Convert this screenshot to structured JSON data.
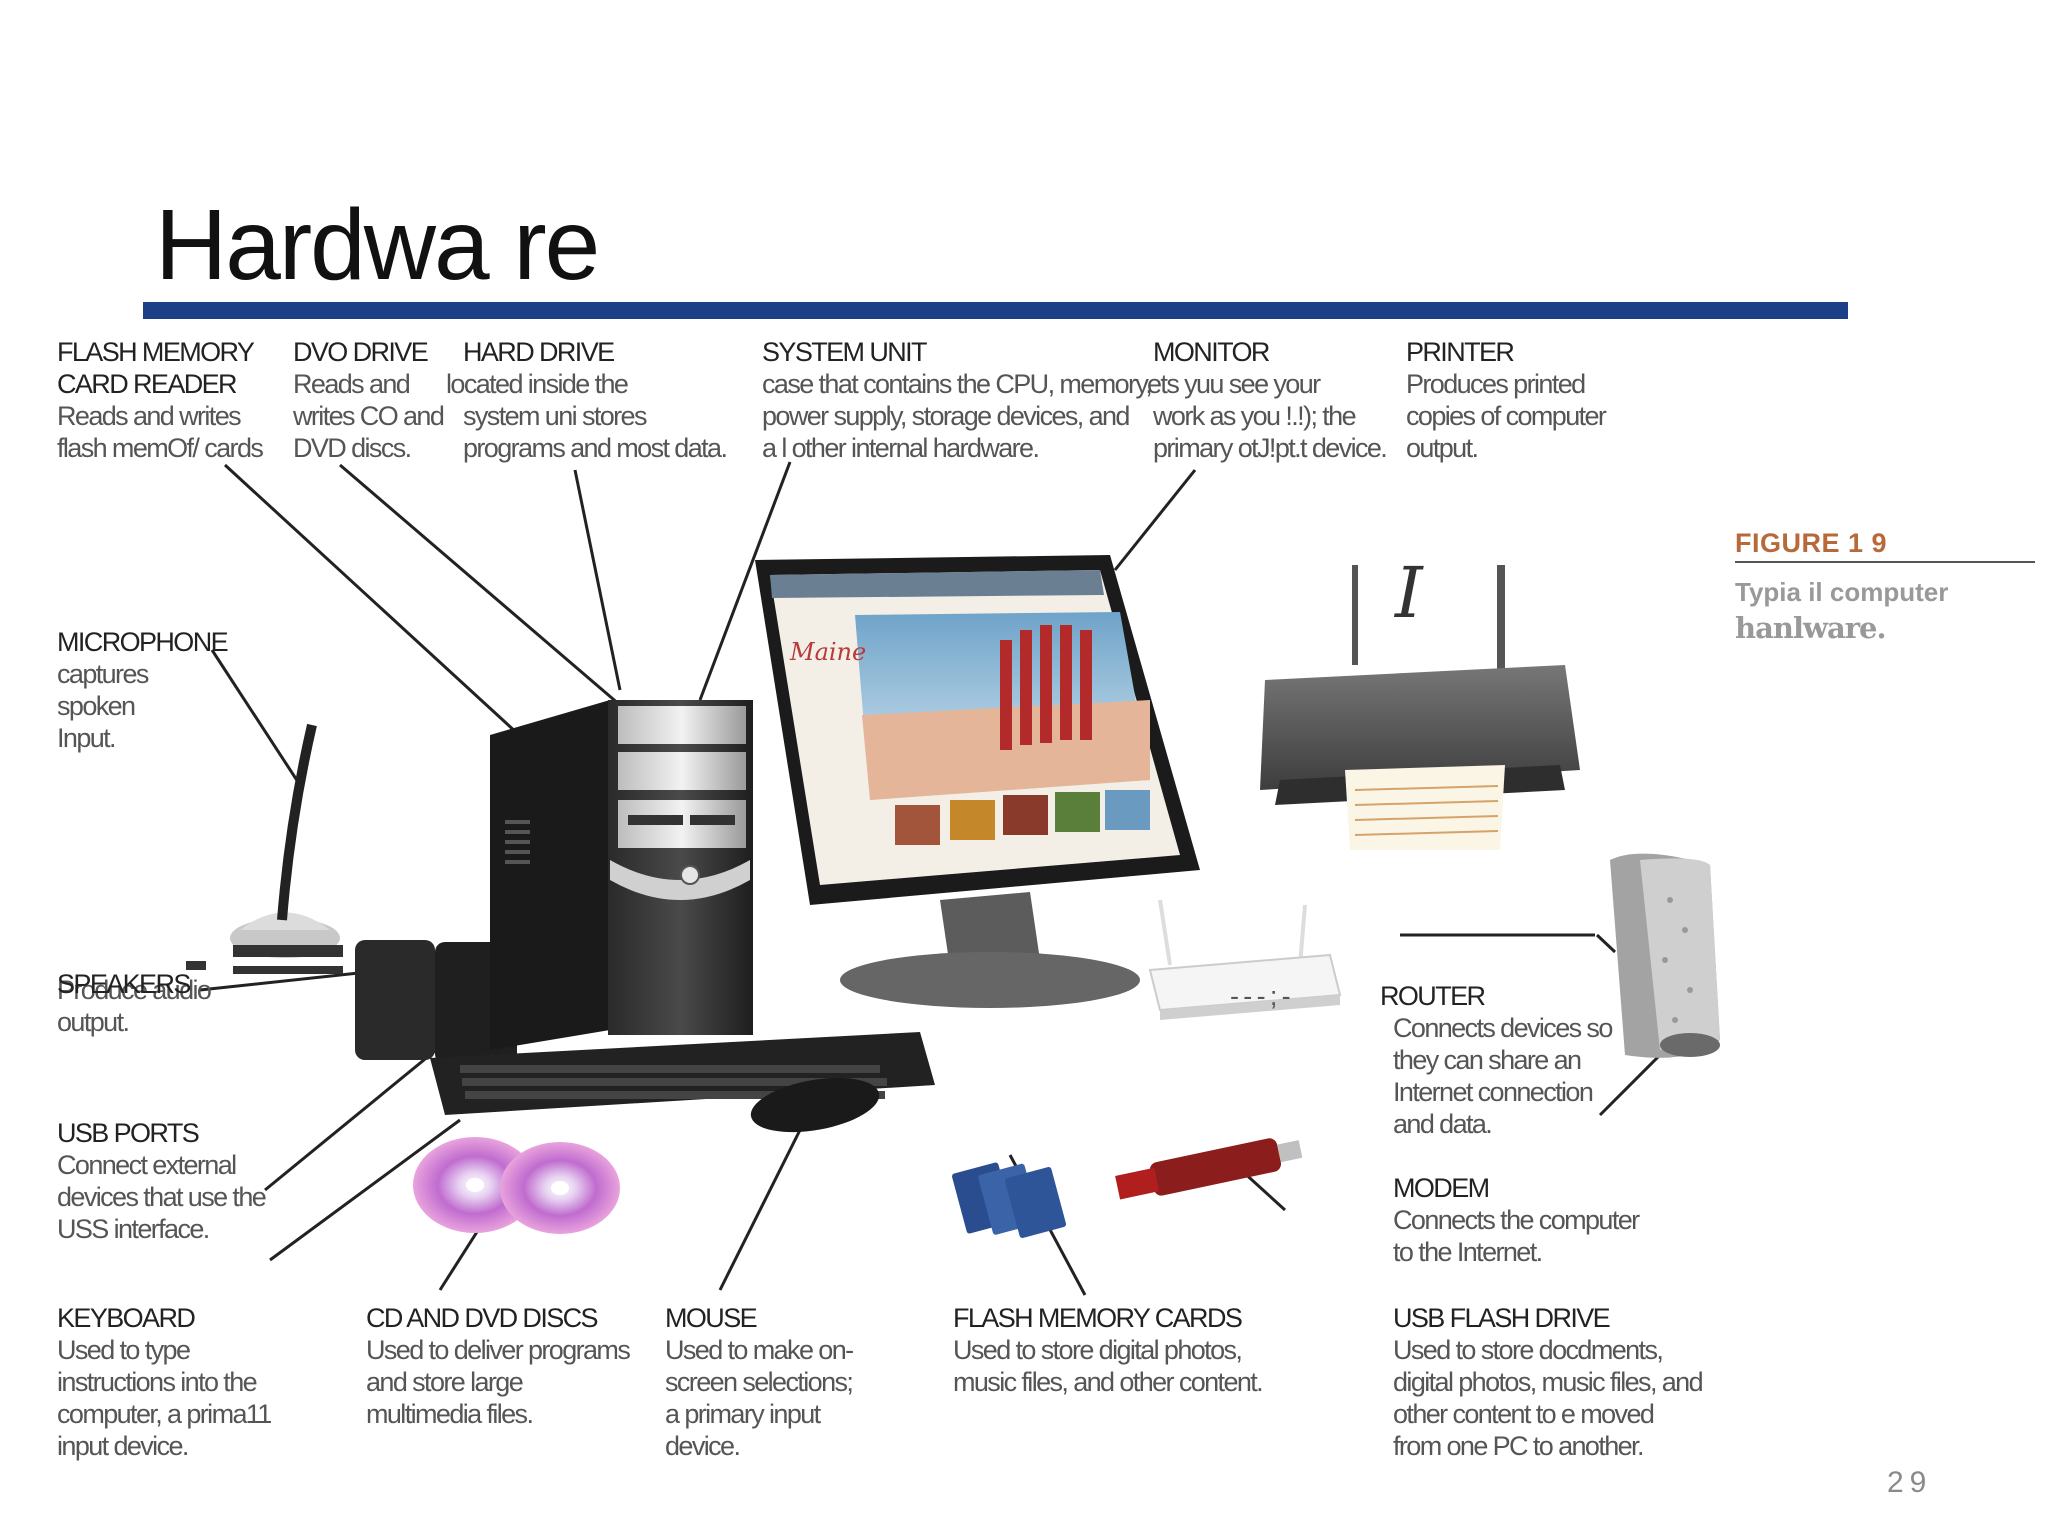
{
  "slide": {
    "title": "Hardwa re",
    "page_number": "29"
  },
  "figure": {
    "number": "FIGURE 1 9",
    "caption_line1": "Typia il computer",
    "caption_line2": "hanlware."
  },
  "labels": {
    "flash_reader": {
      "h1": "FLASH MEMORY",
      "h2": "CARD READER",
      "l1": "Reads and writes",
      "l2": "flash memOf/ cards"
    },
    "dvd_drive": {
      "h": "DVO DRIVE",
      "l1": "Reads and",
      "l2": "writes CO and",
      "l3": "DVD discs."
    },
    "hard_drive": {
      "h": "HARD DRIVE",
      "l1": "located inside the",
      "l2": "system uni    stores",
      "l3": "programs and most data."
    },
    "system_unit": {
      "h": "SYSTEM UNIT",
      "l1": "case that contains the CPU, memory,",
      "l2": "power supply, storage devices, and",
      "l3": "a l other internal hardware."
    },
    "monitor": {
      "h": "MONITOR",
      "l1": "ets yuu see your",
      "l2": "work as you !.!); the",
      "l3": "primary otJ!pt.t device."
    },
    "printer": {
      "h": "PRINTER",
      "l1": "Produces printed",
      "l2": "copies of computer",
      "l3": "output."
    },
    "microphone": {
      "h": "MICROPHONE",
      "l1": "captures",
      "l2": "spoken",
      "l3": "Input."
    },
    "speakers": {
      "h": "SPEAKERS",
      "l1": "Produce audio",
      "l2": "output."
    },
    "usb_ports": {
      "h": "USB PORTS",
      "l1": "Connect external",
      "l2": "devices that use the",
      "l3": "USS interface."
    },
    "router": {
      "dashes": "-   -   -   ; -",
      "h": "ROUTER",
      "l1": "Connects devices so",
      "l2": "they can share an",
      "l3": "Internet connection",
      "l4": "and data."
    },
    "modem": {
      "h": "MODEM",
      "l1": "Connects the computer",
      "l2": "to the Internet."
    },
    "keyboard": {
      "h": "KEYBOARD",
      "l1": "Used to type",
      "l2": "instructions into the",
      "l3": "computer, a prima11",
      "l4": "input device."
    },
    "discs": {
      "h": "CD AND DVD DISCS",
      "l1": "Used to deliver programs",
      "l2": "and store large",
      "l3": "multimedia files."
    },
    "mouse": {
      "h": "MOUSE",
      "l1": "Used to make on-",
      "l2": "screen selections;",
      "l3": "a primary input",
      "l4": "device."
    },
    "flash_cards": {
      "h": "FLASH MEMORY CARDS",
      "l1": "Used to store digital photos,",
      "l2": "music files, and other content."
    },
    "usb_flash": {
      "h": "USB FLASH DRIVE",
      "l1": "Used to store docdments,",
      "l2": "digital photos, music files, and",
      "l3": "other content to    e moved",
      "l4": "from one PC to another."
    }
  },
  "screen": {
    "brand": "Maine"
  }
}
